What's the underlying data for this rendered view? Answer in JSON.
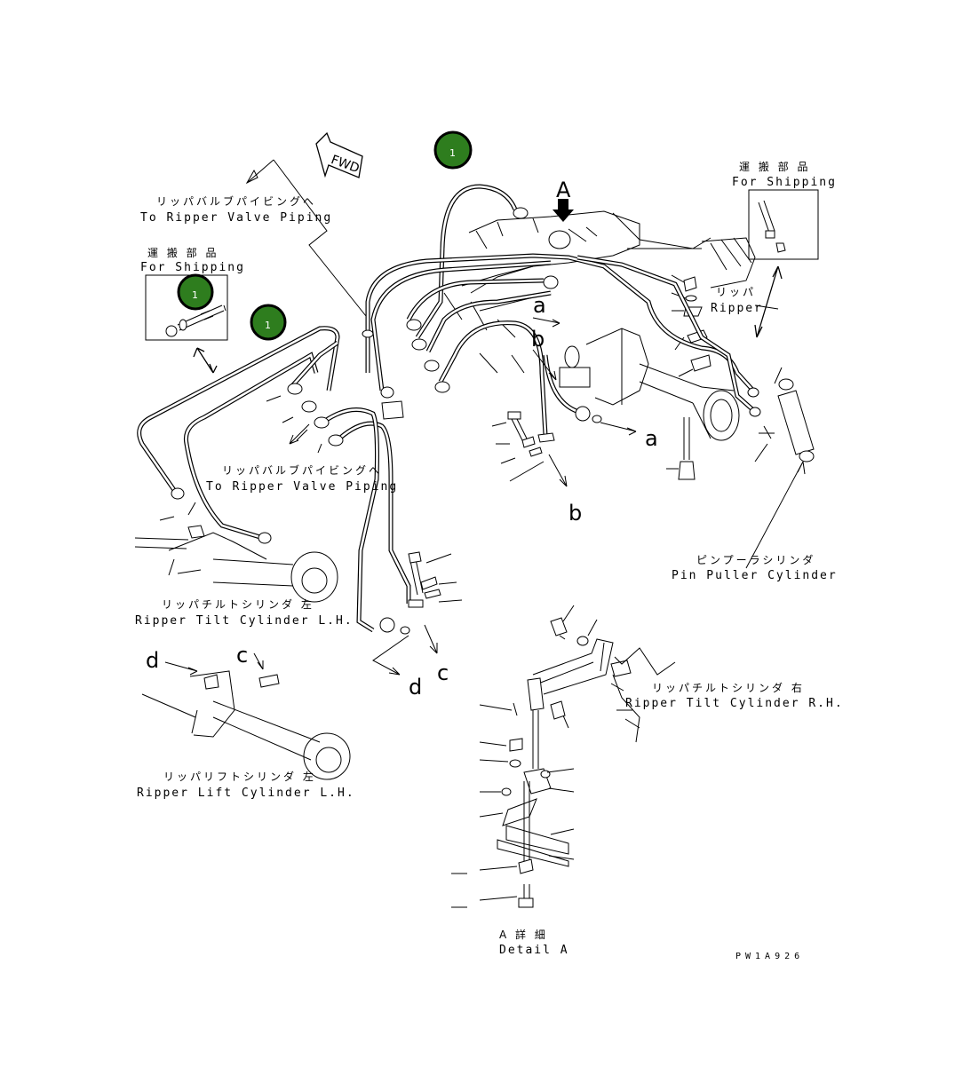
{
  "labels": {
    "to_ripper_valve_top_jp": "リッパバルブパイビングへ",
    "to_ripper_valve_top_en": "To Ripper Valve Piping",
    "shipping_left_jp": "運 搬 部 品",
    "shipping_left_en": "For Shipping",
    "shipping_right_jp": "運 搬 部 品",
    "shipping_right_en": "For Shipping",
    "ripper_jp": "リッパ",
    "ripper_en": "Ripper",
    "to_ripper_valve_mid_jp": "リッパバルブパイビングへ",
    "to_ripper_valve_mid_en": "To Ripper Valve Piping",
    "tilt_left_jp": "リッパチルトシリンダ 左",
    "tilt_left_en": "Ripper Tilt Cylinder L.H.",
    "tilt_right_jp": "リッパチルトシリンダ 右",
    "tilt_right_en": "Ripper Tilt Cylinder R.H.",
    "lift_left_jp": "リッパリフトシリンダ 左",
    "lift_left_en": "Ripper Lift Cylinder L.H.",
    "pin_puller_jp": "ピンプーラシリンダ",
    "pin_puller_en": "Pin Puller Cylinder",
    "detail_jp": "A 詳 細",
    "detail_en": "Detail A",
    "drawing_code": "PW1A926",
    "fwd": "FWD"
  },
  "letters": {
    "A": "A",
    "a_top": "a",
    "a_right": "a",
    "b_top": "b",
    "b_bottom": "b",
    "c_top": "c",
    "c_bottom": "c",
    "d_top": "d",
    "d_bottom": "d"
  },
  "badges": {
    "top": "1",
    "left_box": "1",
    "left_pipe": "1"
  },
  "colors": {
    "badge_fill": "#2e7d1e",
    "badge_ring": "#000000",
    "line": "#000000"
  }
}
